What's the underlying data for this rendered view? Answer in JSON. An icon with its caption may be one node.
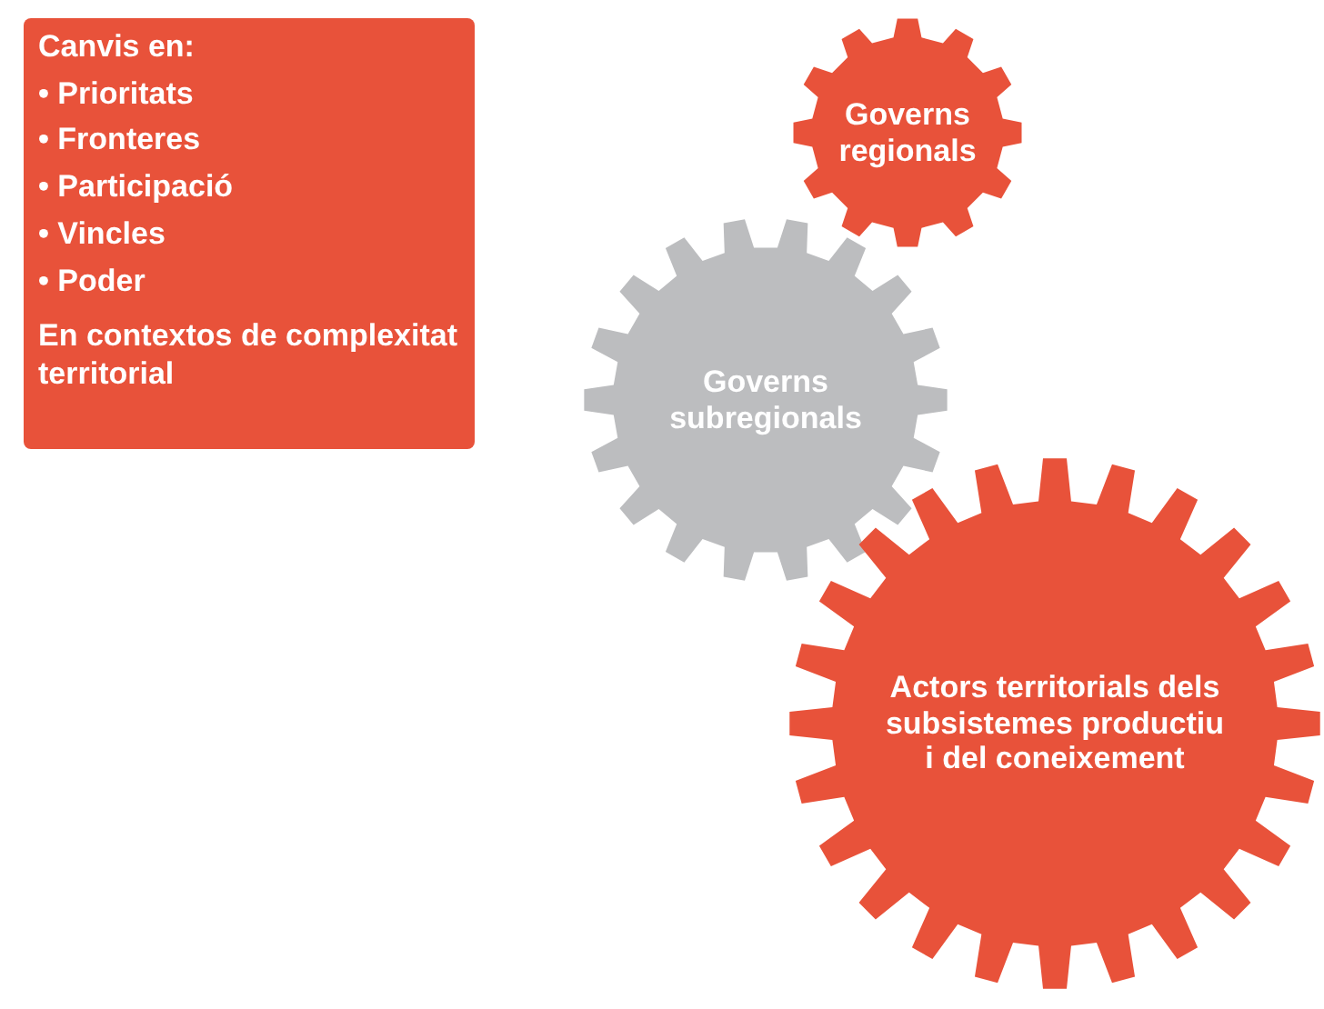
{
  "diagram": {
    "nodes": [
      {
        "text": [
          "Canvis en:",
          "• Prioritats",
          "• Fronteres",
          "• Participació",
          "• Vincles",
          "• Poder",
          "En contextos de complexitat territorial"
        ]
      },
      {
        "text": [
          "Governs regionals"
        ]
      },
      {
        "text": [
          "Governs subregionals"
        ]
      },
      {
        "text": [
          "Actors territorials dels subsistemes productiu i del coneixement"
        ]
      }
    ]
  }
}
